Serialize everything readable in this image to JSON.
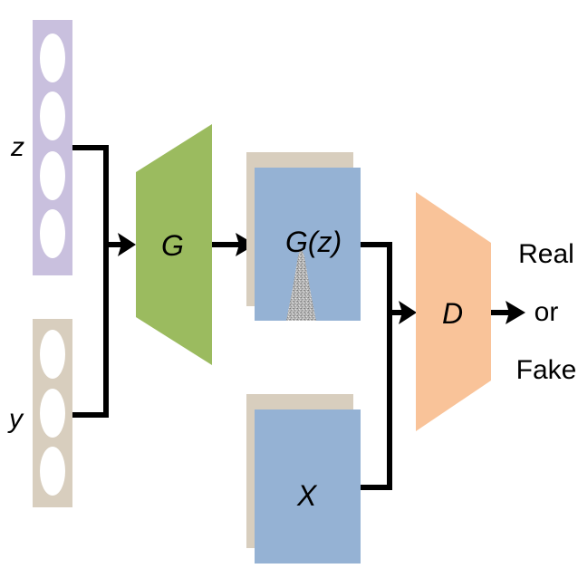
{
  "inputs": {
    "z_label": "z",
    "y_label": "y"
  },
  "generator": {
    "label": "G"
  },
  "generated": {
    "label": "G(z)"
  },
  "real": {
    "label": "X"
  },
  "discriminator": {
    "label": "D"
  },
  "output": {
    "line1": "Real",
    "line2": "or",
    "line3": "Fake"
  },
  "colors": {
    "z_vector": "#c9c0de",
    "y_vector": "#d8cebe",
    "generator": "#9bbb5f",
    "image_front": "#95b2d4",
    "image_back": "#d8cebe",
    "discriminator": "#f9c399",
    "arrow": "#000000"
  }
}
